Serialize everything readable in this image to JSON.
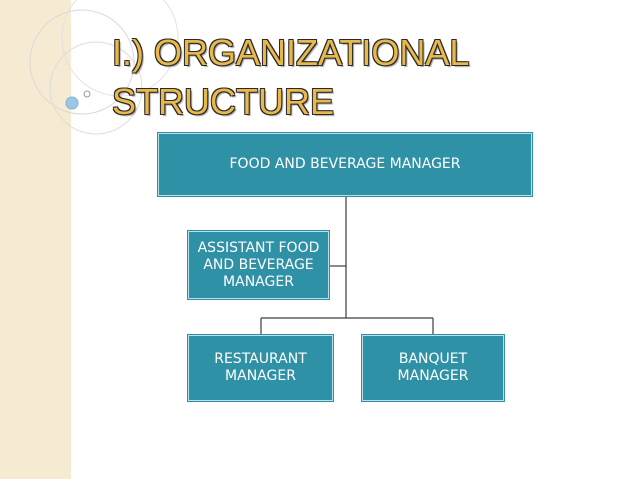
{
  "slide": {
    "title_line1": "I.) ORGANIZATIONAL",
    "title_line2": "STRUCTURE"
  },
  "org_chart": {
    "top": "FOOD AND BEVERAGE MANAGER",
    "assistant": "ASSISTANT FOOD\nAND BEVERAGE\nMANAGER",
    "restaurant": "RESTAURANT\nMANAGER",
    "banquet": "BANQUET\nMANAGER"
  },
  "colors": {
    "box_fill": "#2f91a6",
    "title_fill": "#e8b84a",
    "side_band": "#f6ead2"
  }
}
